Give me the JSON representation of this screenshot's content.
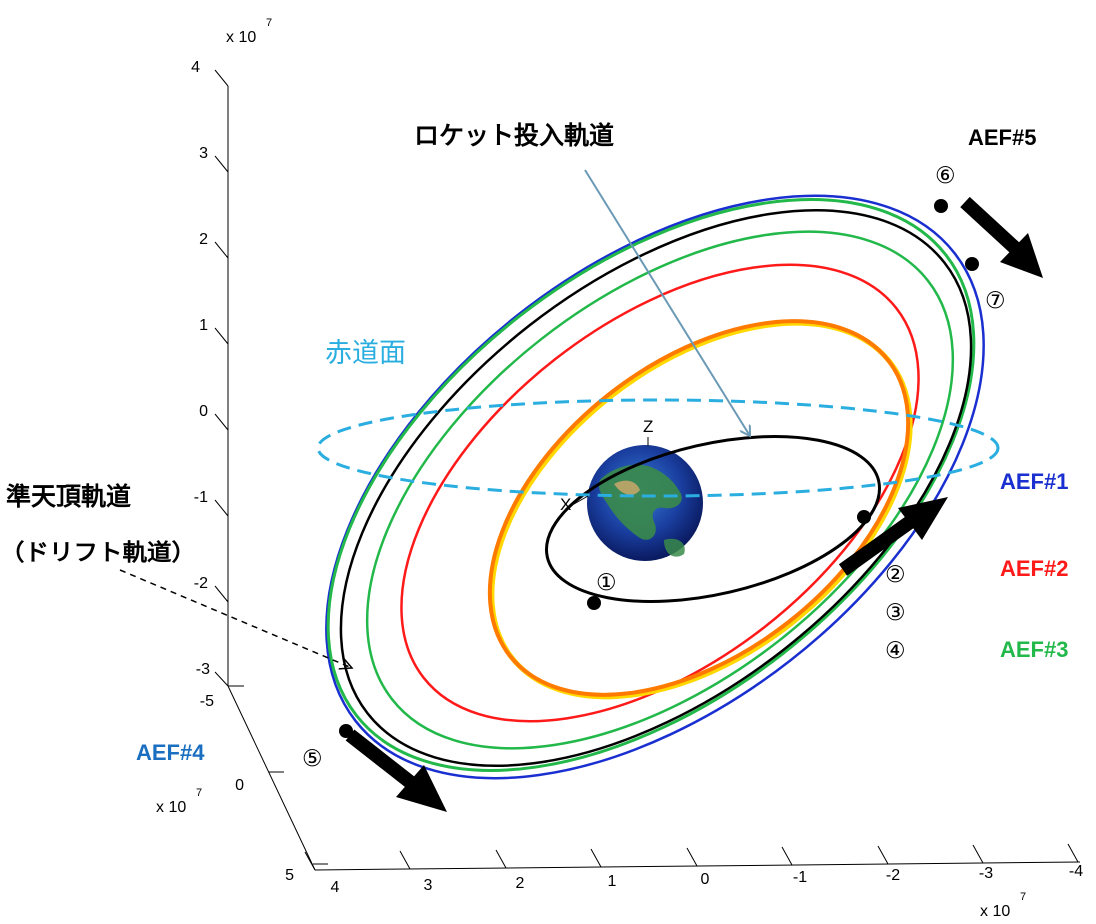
{
  "axes": {
    "z_ticks": [
      "4",
      "3",
      "2",
      "1",
      "0",
      "-1",
      "-2",
      "-3"
    ],
    "y_ticks": [
      "-5",
      "0",
      "5"
    ],
    "x_ticks": [
      "4",
      "3",
      "2",
      "1",
      "0",
      "-1",
      "-2",
      "-3",
      "-4"
    ],
    "exponent_base": "x 10",
    "exponent_power": "7",
    "axis_letters": {
      "z": "Z",
      "x": "X"
    }
  },
  "labels": {
    "rocket_orbit": "ロケット投入軌道",
    "equatorial_plane": "赤道面",
    "quasi_zenith_line1": "準天頂軌道",
    "quasi_zenith_line2": "（ドリフト軌道）"
  },
  "aef": {
    "aef1": "AEF#1",
    "aef2": "AEF#2",
    "aef3": "AEF#3",
    "aef4": "AEF#4",
    "aef5": "AEF#5"
  },
  "markers": {
    "m1": "①",
    "m2": "②",
    "m3": "③",
    "m4": "④",
    "m5": "⑤",
    "m6": "⑥",
    "m7": "⑦"
  },
  "colors": {
    "aef1": "#1a2fd0",
    "aef2": "#ff1a1a",
    "aef3": "#22b84a",
    "aef4": "#1a6fc0",
    "equator": "#2aaee0",
    "orbit_black": "#000000",
    "orbit_orange": "#ff7a00",
    "orbit_yellow": "#ffd800",
    "rocket_arrow": "#6a9ab5",
    "axis": "#000000"
  }
}
